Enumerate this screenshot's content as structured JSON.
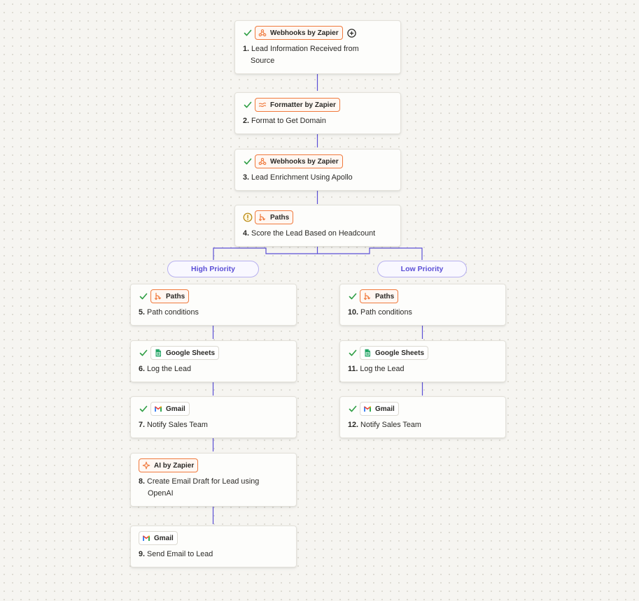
{
  "colors": {
    "accent": "#5b4fd6",
    "check": "#2f9e44",
    "warn": "#b8860b",
    "app_border": "#f07a3d"
  },
  "steps": [
    {
      "num": "1.",
      "title_line1": "Lead Information Received from",
      "title_line2": "Source",
      "app": "Webhooks by Zapier",
      "status": "check-icon"
    },
    {
      "num": "2.",
      "title": "Format to Get Domain",
      "app": "Formatter by Zapier",
      "status": "check-icon"
    },
    {
      "num": "3.",
      "title": "Lead Enrichment Using Apollo",
      "app": "Webhooks by Zapier",
      "status": "check-icon"
    },
    {
      "num": "4.",
      "title": "Score the Lead Based on Headcount",
      "app": "Paths",
      "status": "warning-icon"
    },
    {
      "num": "5.",
      "title": "Path conditions",
      "app": "Paths",
      "status": "check-icon"
    },
    {
      "num": "6.",
      "title": "Log the Lead",
      "app": "Google Sheets",
      "status": "check-icon"
    },
    {
      "num": "7.",
      "title": "Notify Sales Team",
      "app": "Gmail",
      "status": "check-icon"
    },
    {
      "num": "8.",
      "title_line1": "Create Email Draft for Lead using",
      "title_line2": "OpenAI",
      "app": "AI by Zapier",
      "status": "none"
    },
    {
      "num": "9.",
      "title": "Send Email to Lead",
      "app": "Gmail",
      "status": "none"
    },
    {
      "num": "10.",
      "title": "Path conditions",
      "app": "Paths",
      "status": "check-icon"
    },
    {
      "num": "11.",
      "title": "Log the Lead",
      "app": "Google Sheets",
      "status": "check-icon"
    },
    {
      "num": "12.",
      "title": "Notify Sales Team",
      "app": "Gmail",
      "status": "check-icon"
    }
  ],
  "branches": [
    {
      "label": "High Priority"
    },
    {
      "label": "Low Priority"
    }
  ]
}
